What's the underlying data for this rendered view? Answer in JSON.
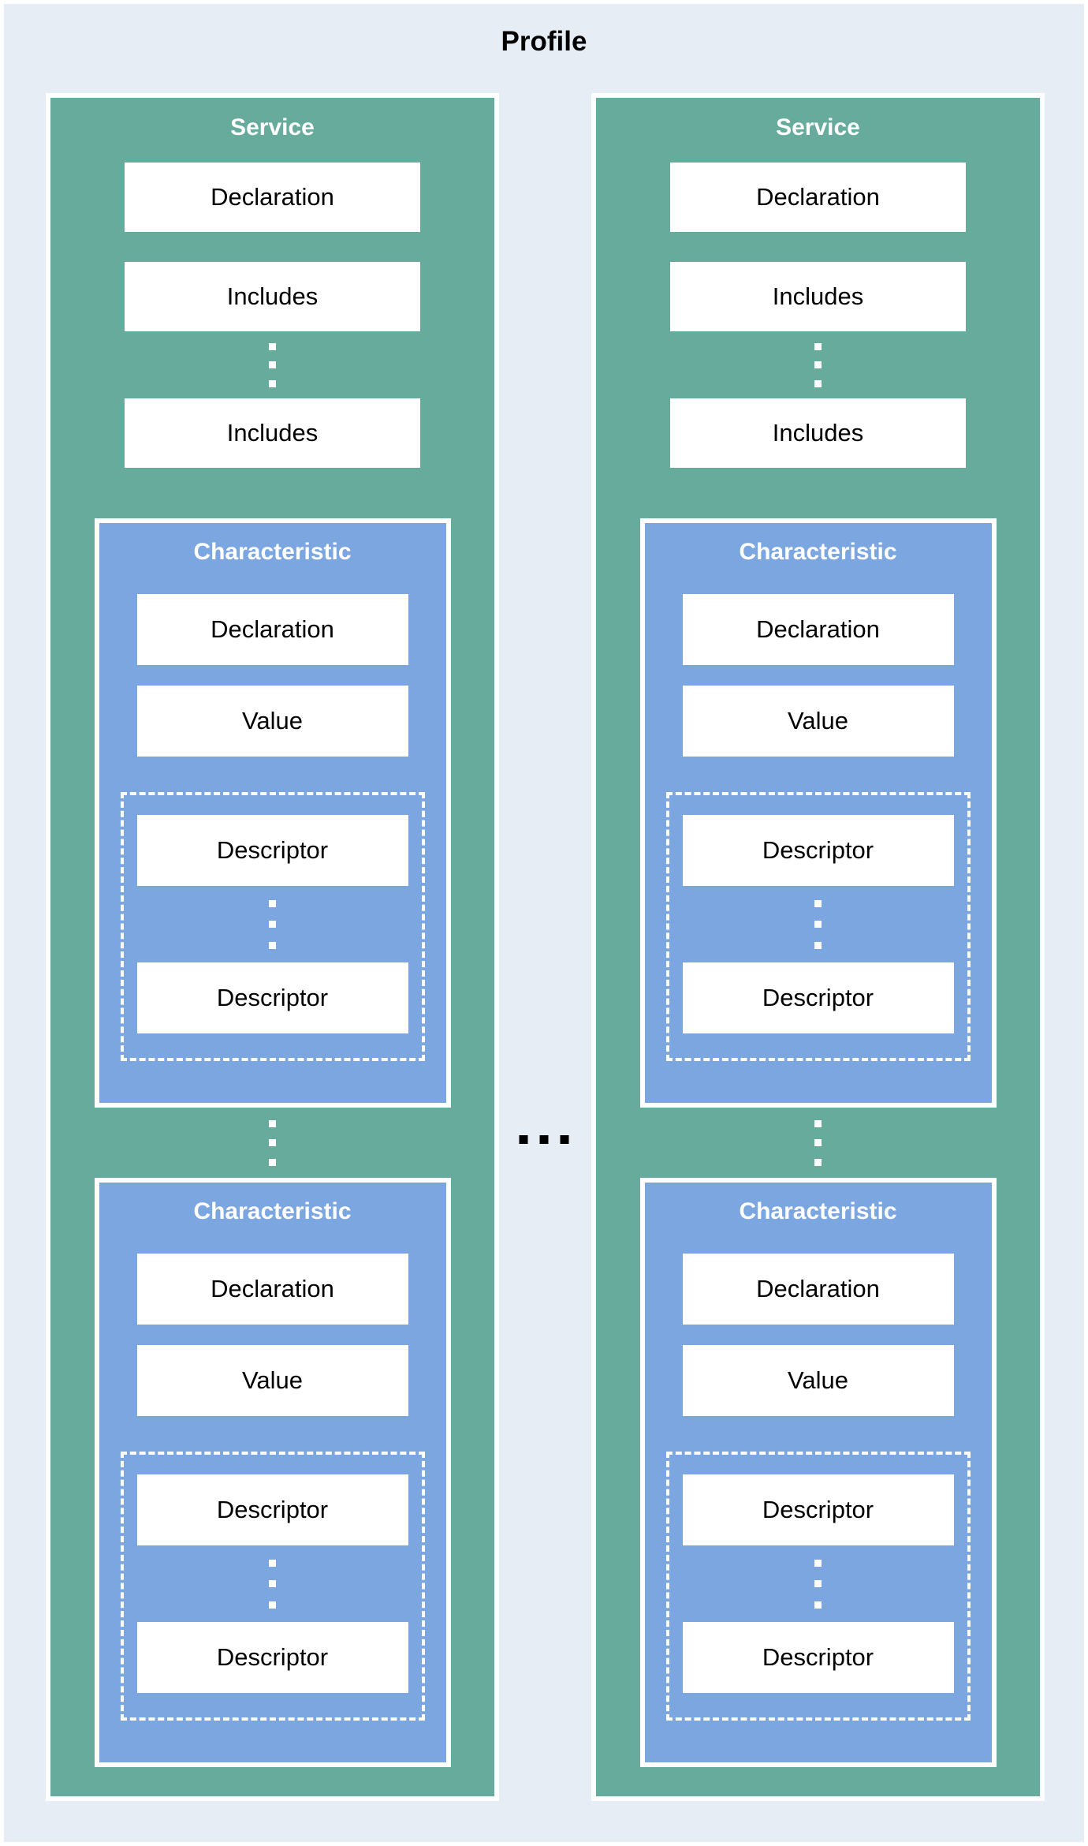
{
  "title": "Profile",
  "colors": {
    "background": "#e7edf5",
    "service_fill": "#67ab9d",
    "characteristic_fill": "#7ca6e0",
    "box_fill": "#ffffff",
    "box_text": "#000000",
    "header_text": "#ffffff",
    "border": "#ffffff",
    "between_services_dots": "#000000"
  },
  "services": [
    {
      "title": "Service",
      "declaration_label": "Declaration",
      "includes_labels": [
        "Includes",
        "Includes"
      ],
      "characteristics": [
        {
          "title": "Characteristic",
          "declaration_label": "Declaration",
          "value_label": "Value",
          "descriptor_labels": [
            "Descriptor",
            "Descriptor"
          ]
        },
        {
          "title": "Characteristic",
          "declaration_label": "Declaration",
          "value_label": "Value",
          "descriptor_labels": [
            "Descriptor",
            "Descriptor"
          ]
        }
      ]
    },
    {
      "title": "Service",
      "declaration_label": "Declaration",
      "includes_labels": [
        "Includes",
        "Includes"
      ],
      "characteristics": [
        {
          "title": "Characteristic",
          "declaration_label": "Declaration",
          "value_label": "Value",
          "descriptor_labels": [
            "Descriptor",
            "Descriptor"
          ]
        },
        {
          "title": "Characteristic",
          "declaration_label": "Declaration",
          "value_label": "Value",
          "descriptor_labels": [
            "Descriptor",
            "Descriptor"
          ]
        }
      ]
    }
  ]
}
